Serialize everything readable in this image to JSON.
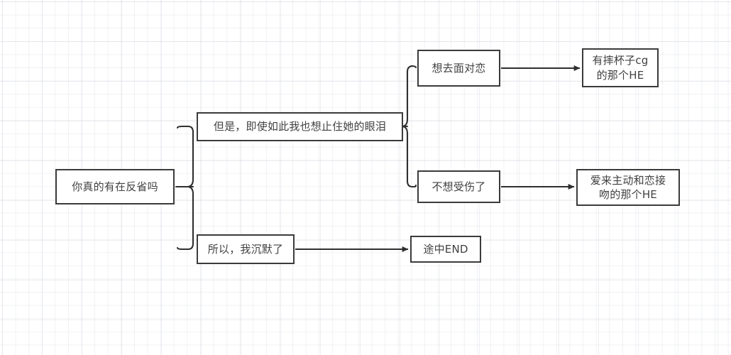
{
  "diagram": {
    "type": "flowchart",
    "orientation": "left-to-right",
    "background": "#ffffff",
    "grid": "graph-paper",
    "node_border_color": "#3b3b3b",
    "node_fill_color": "#ffffff",
    "text_color": "#414141",
    "edge_color": "#2f2f2f"
  },
  "nodes": {
    "start": {
      "label": "你真的有在反省吗"
    },
    "branch_a": {
      "label": "但是，即使如此我也想止住她的眼泪"
    },
    "branch_b": {
      "label": "所以，我沉默了"
    },
    "choice_face": {
      "label": "想去面对恋"
    },
    "choice_hurt": {
      "label": "不想受伤了"
    },
    "end_cup": {
      "line1": "有摔杯子cg",
      "line2": "的那个HE"
    },
    "end_kiss": {
      "line1": "爱来主动和恋接",
      "line2": "吻的那个HE"
    },
    "end_mid": {
      "label": "途中END"
    }
  },
  "edges": [
    {
      "name": "brace-start-split",
      "from": "start",
      "to": [
        "branch_a",
        "branch_b"
      ],
      "style": "curly-brace"
    },
    {
      "name": "brace-branch-a-split",
      "from": "branch_a",
      "to": [
        "choice_face",
        "choice_hurt"
      ],
      "style": "curly-brace"
    },
    {
      "name": "arrow-face-to-cup",
      "from": "choice_face",
      "to": "end_cup",
      "style": "arrow"
    },
    {
      "name": "arrow-hurt-to-kiss",
      "from": "choice_hurt",
      "to": "end_kiss",
      "style": "arrow"
    },
    {
      "name": "arrow-silence-to-mid",
      "from": "branch_b",
      "to": "end_mid",
      "style": "arrow"
    }
  ]
}
